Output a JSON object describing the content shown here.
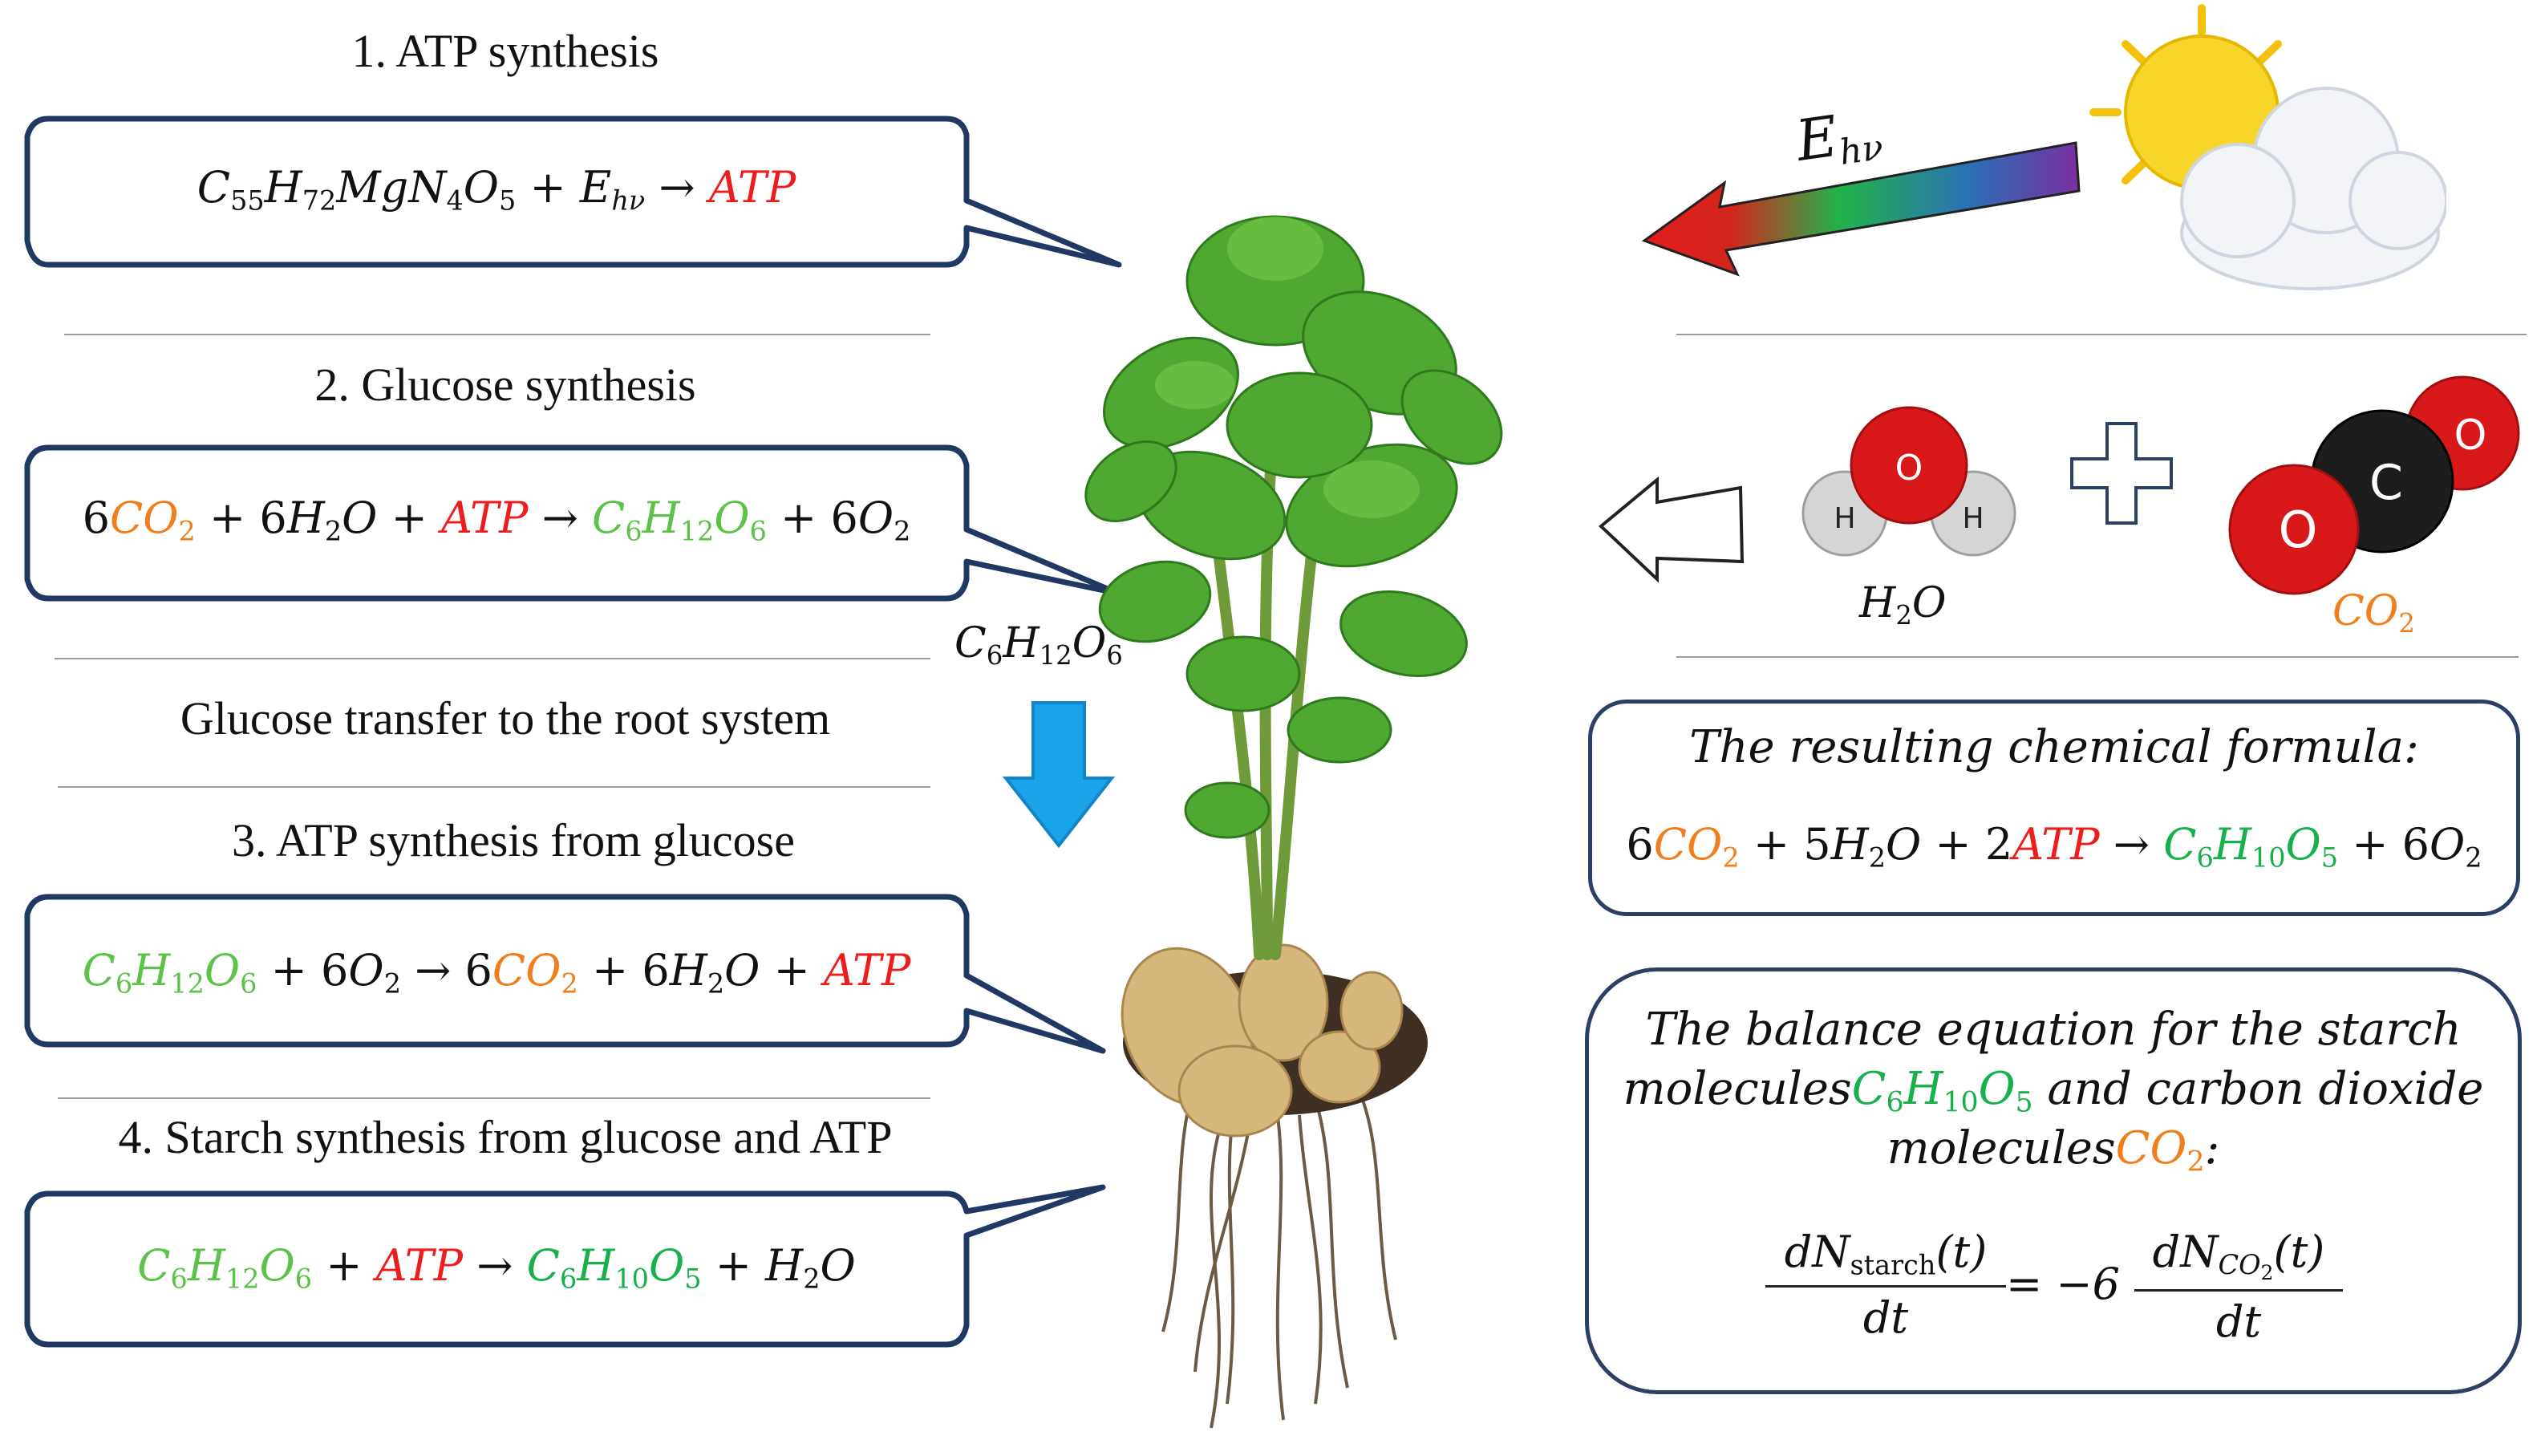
{
  "steps": [
    {
      "heading": "1. ATP synthesis"
    },
    {
      "heading": "2. Glucose synthesis"
    },
    {
      "heading": "Glucose transfer to the root system"
    },
    {
      "heading": "3. ATP synthesis from glucose"
    },
    {
      "heading": "4. Starch synthesis from glucose and ATP"
    }
  ],
  "eq1": {
    "chl": "C",
    "c": "55",
    "h": "H",
    "hn": "72",
    "mg": "Mg",
    "n": "N",
    "nn": "4",
    "o": "O",
    "on": "5",
    "plus": " + ",
    "e": "E",
    "esub": "hν",
    "arrow": " → ",
    "atp": "ATP"
  },
  "eq2": {
    "k1": "6",
    "co2": "CO",
    "two": "2",
    "p1": " + 6",
    "h2o": "H",
    "h2": "2",
    "o": "O",
    "p2": " + ",
    "atp": "ATP",
    "arrow": " → ",
    "glu": "C",
    "g6": "6",
    "gh": "H",
    "g12": "12",
    "go": "O",
    "go6": "6",
    "p3": "  + 6",
    "o2": "O",
    "o2n": "2"
  },
  "glucose_label": {
    "c": "C",
    "c6": "6",
    "h": "H",
    "h12": "12",
    "o": "O",
    "o6": "6"
  },
  "eq3": {
    "glu": "C",
    "g6": "6",
    "gh": "H",
    "g12": "12",
    "go": "O",
    "go6": "6",
    "p1": " + 6",
    "o2": "O",
    "o2n": "2",
    "arrow": " → 6",
    "co2": "CO",
    "two": "2",
    "p2": " + 6",
    "h2o": "H",
    "h2": "2",
    "o": "O",
    "p3": " + ",
    "atp": "ATP"
  },
  "eq4": {
    "glu": "C",
    "g6": "6",
    "gh": "H",
    "g12": "12",
    "go": "O",
    "go6": "6",
    "p1": " + ",
    "atp": "ATP",
    "arrow": " → ",
    "st": "C",
    "s6": "6",
    "sh": "H",
    "s10": "10",
    "so": "O",
    "so5": "5",
    "p2": " + ",
    "h2o": "H",
    "h2": "2",
    "o": "O"
  },
  "light": {
    "e": "E",
    "sub": "hν"
  },
  "molecules": {
    "water_label": {
      "h": "H",
      "two": "2",
      "o": "O"
    },
    "co2_label": {
      "co": "CO",
      "two": "2"
    },
    "water_atoms": {
      "o": "O",
      "h1": "H",
      "h2": "H"
    },
    "co2_atoms": {
      "o1": "O",
      "c": "C",
      "o2": "O"
    }
  },
  "result": {
    "title": "The resulting chemical formula:",
    "k1": "6",
    "co2": "CO",
    "two": "2",
    "p1": " + 5",
    "h2o": "H",
    "h2": "2",
    "o": "O",
    "p2": " + 2",
    "atp": "ATP",
    "arrow": " → ",
    "st": "C",
    "s6": "6",
    "sh": "H",
    "s10": "10",
    "so": "O",
    "so5": "5",
    "p3": " + 6",
    "o2": "O",
    "o2n": "2"
  },
  "balance": {
    "line1": "The balance equation for the starch",
    "line2a": "molecules",
    "st": "C",
    "s6": "6",
    "sh": "H",
    "s10": "10",
    "so": "O",
    "so5": "5",
    "line2b": " and carbon dioxide",
    "line3a": "molecules",
    "co2": "CO",
    "two": "2",
    "line3b": ":",
    "num1": "dN",
    "num1sub": "starch",
    "num1t": "(t)",
    "den": "dt",
    "eq": " = −6",
    "num2": "dN",
    "num2sub": "CO",
    "num2subsub": "2",
    "num2t": "(t)",
    "den2": "dt"
  },
  "colors": {
    "box_border": "#1f3864",
    "atp": "#ee1c1c",
    "co2": "#f07e1a",
    "glucose": "#5cc24a",
    "starch": "#17b04c",
    "down_arrow": "#1aa3e8"
  }
}
